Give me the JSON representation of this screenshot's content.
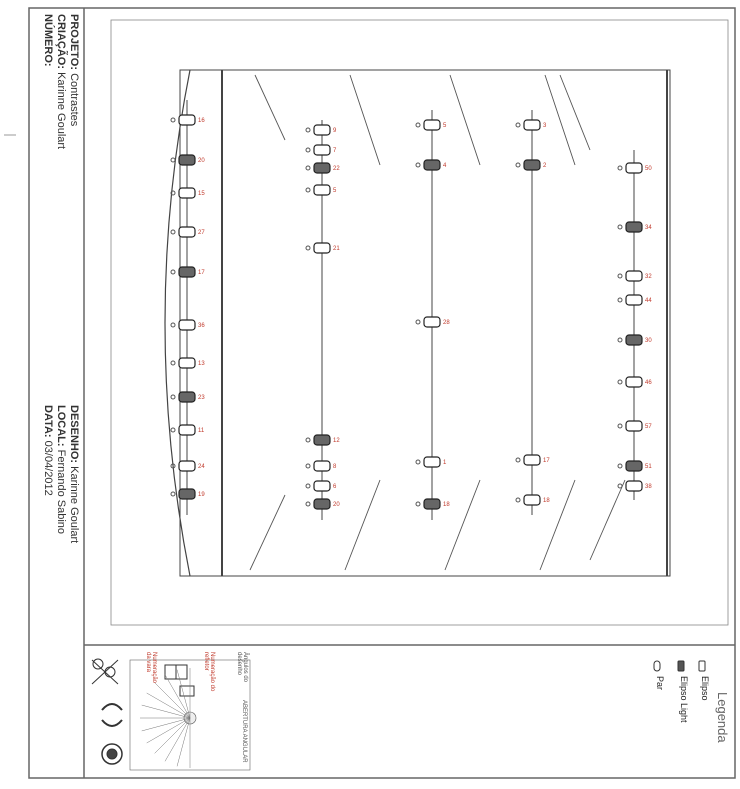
{
  "title_block": {
    "projeto_label": "PROJETO:",
    "projeto_value": "Contrastes",
    "criacao_label": "CRIAÇÃO:",
    "criacao_value": "Karinne Goulart",
    "numero_label": "NÚMERO:",
    "desenho_label": "DESENHO:",
    "desenho_value": "Karinne Goulart",
    "local_label": "LOCAL:",
    "local_value": "Fernando Sabino",
    "data_label": "DATA:",
    "data_value": "03/04/2012"
  },
  "legend": {
    "title": "Legenda",
    "items": [
      {
        "label": "Elipso",
        "icon": "elipso-icon"
      },
      {
        "label": "Elipso Light",
        "icon": "elipso-light-icon"
      },
      {
        "label": "Par",
        "icon": "par-icon"
      }
    ],
    "angle_caption": "Ângulos do desenho",
    "notes": [
      "Numeração do refletor",
      "Numeração da vara"
    ],
    "abertura_label": "ABERTURA ANGULAR",
    "logos": [
      "cefet-logo",
      "ufmg-logo",
      "unimontes-logo"
    ]
  },
  "plot": {
    "rail_numbers": {
      "rail1": [
        "16",
        "20",
        "15",
        "27",
        "17",
        "36",
        "13",
        "23",
        "11",
        "24",
        "19"
      ],
      "rail2": [
        "9",
        "22",
        "5",
        "21",
        "12",
        "8",
        "6",
        "20",
        "7"
      ],
      "rail3": [
        "5",
        "4",
        "28",
        "1",
        "18"
      ],
      "rail4": [
        "3",
        "2",
        "17",
        "18"
      ],
      "rail5": [
        "50",
        "34",
        "32",
        "44",
        "30",
        "46",
        "57",
        "51",
        "38"
      ]
    }
  },
  "colors": {
    "line": "#555555",
    "accent": "#c0392b"
  }
}
